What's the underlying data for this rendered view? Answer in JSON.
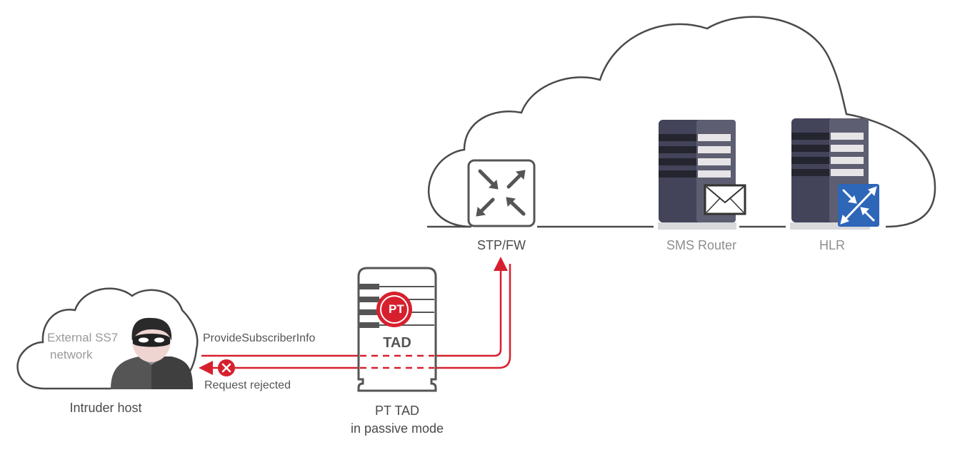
{
  "diagram": {
    "colors": {
      "outline": "#4a4a4a",
      "accent_red": "#d7202e",
      "server_dark": "#3f3f55",
      "server_mid": "#5b5b6e",
      "hlr_badge_blue": "#2e66b8"
    },
    "external_network": {
      "cloud_label_line1": "External SS7",
      "cloud_label_line2": "network",
      "host_label": "Intruder host",
      "icon": "intruder-masked-person-icon"
    },
    "messages": {
      "request": "ProvideSubscriberInfo",
      "response": "Request rejected",
      "response_status_icon": "rejected-x-icon"
    },
    "tad": {
      "badge_text": "PT",
      "device_text": "TAD",
      "label_line1": "PT TAD",
      "label_line2": "in passive mode"
    },
    "operator_network": {
      "nodes": [
        {
          "label": "STP/FW",
          "icon": "router-arrows-icon"
        },
        {
          "label": "SMS Router",
          "icon": "envelope-icon"
        },
        {
          "label": "HLR",
          "icon": "hlr-arrows-icon"
        }
      ]
    }
  }
}
